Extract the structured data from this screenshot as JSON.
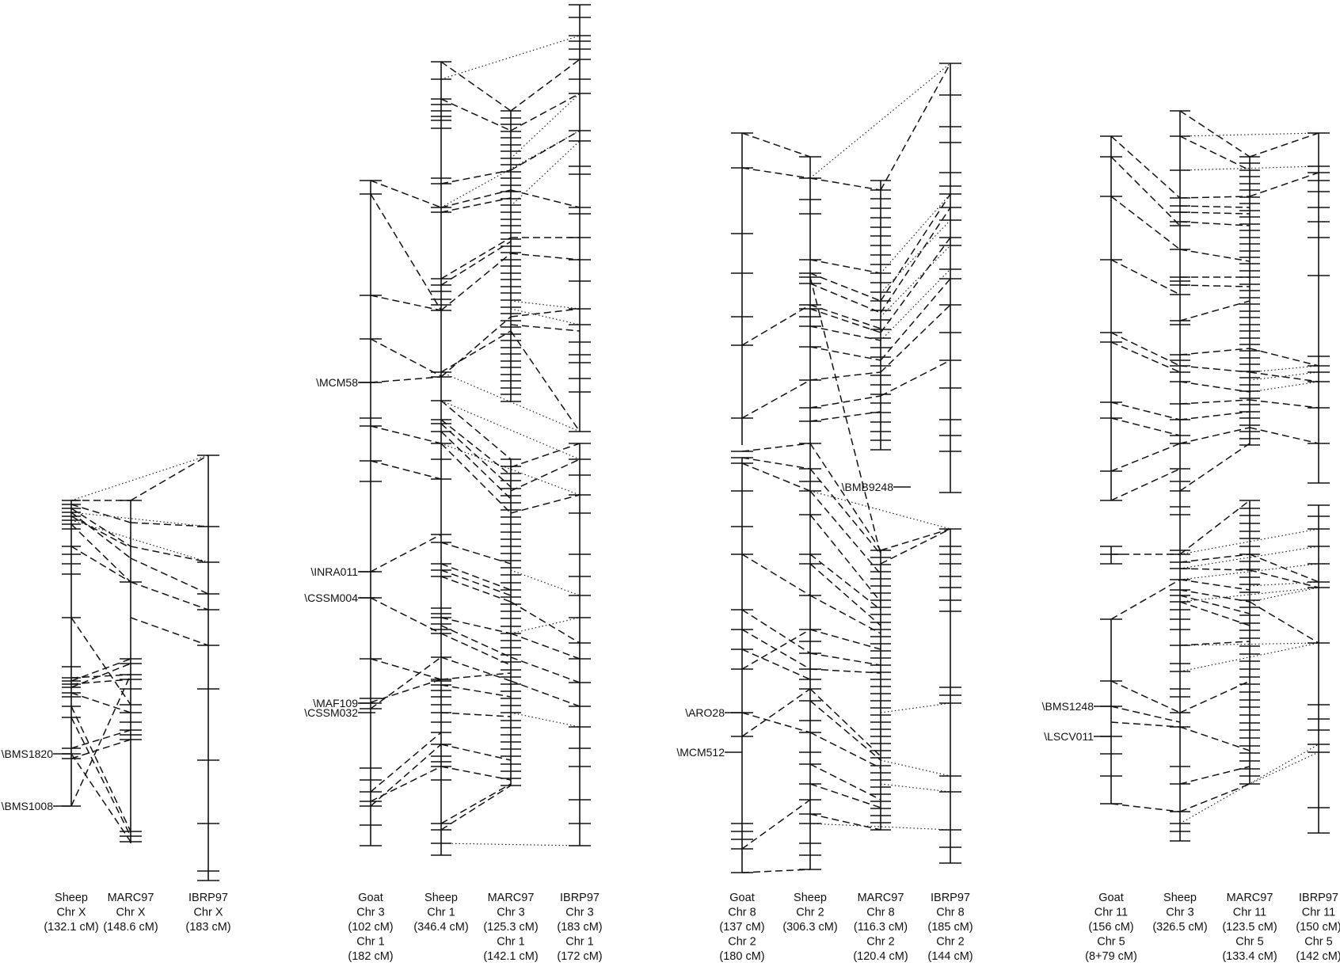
{
  "panels": [
    {
      "id": "chrX",
      "columns": [
        {
          "caption": [
            "Sheep",
            "Chr X",
            "(132.1 cM)"
          ]
        },
        {
          "caption": [
            "MARC97",
            "Chr X",
            "(148.6 cM)"
          ]
        },
        {
          "caption": [
            "IBRP97",
            "Chr X",
            "(183 cM)"
          ]
        }
      ],
      "markers": [
        "\\BMS1820",
        "\\BMS1008"
      ]
    },
    {
      "id": "chr3-1",
      "columns": [
        {
          "caption": [
            "Goat",
            "Chr 3",
            "(102 cM)",
            "Chr 1",
            "(182 cM)"
          ]
        },
        {
          "caption": [
            "Sheep",
            "Chr 1",
            "(346.4 cM)"
          ]
        },
        {
          "caption": [
            "MARC97",
            "Chr 3",
            "(125.3 cM)",
            "Chr 1",
            "(142.1 cM)"
          ]
        },
        {
          "caption": [
            "IBRP97",
            "Chr 3",
            "(183 cM)",
            "Chr 1",
            "(172 cM)"
          ]
        }
      ],
      "markers": [
        "\\MCM58",
        "\\INRA011",
        "\\CSSM004",
        "\\MAF109",
        "\\CSSM032"
      ]
    },
    {
      "id": "chr8-2",
      "columns": [
        {
          "caption": [
            "Goat",
            "Chr 8",
            "(137 cM)",
            "Chr 2",
            "(180 cM)"
          ]
        },
        {
          "caption": [
            "Sheep",
            "Chr 2",
            "(306.3 cM)"
          ]
        },
        {
          "caption": [
            "MARC97",
            "Chr 8",
            "(116.3 cM)",
            "Chr 2",
            "(120.4 cM)"
          ]
        },
        {
          "caption": [
            "IBRP97",
            "Chr 8",
            "(185 cM)",
            "Chr 2",
            "(144 cM)"
          ]
        }
      ],
      "markers": [
        "\\BMB9248",
        "\\ARO28",
        "\\MCM512"
      ]
    },
    {
      "id": "chr11-5",
      "columns": [
        {
          "caption": [
            "Goat",
            "Chr 11",
            "(156 cM)",
            "Chr 5",
            "(8+79 cM)"
          ]
        },
        {
          "caption": [
            "Sheep",
            "Chr 3",
            "(326.5 cM)"
          ]
        },
        {
          "caption": [
            "MARC97",
            "Chr 11",
            "(123.5 cM)",
            "Chr 5",
            "(133.4 cM)"
          ]
        },
        {
          "caption": [
            "IBRP97",
            "Chr 11",
            "(150 cM)",
            "Chr 5",
            "(142 cM)"
          ]
        }
      ],
      "markers": [
        "\\BMS1248",
        "\\LSCV011"
      ]
    }
  ]
}
